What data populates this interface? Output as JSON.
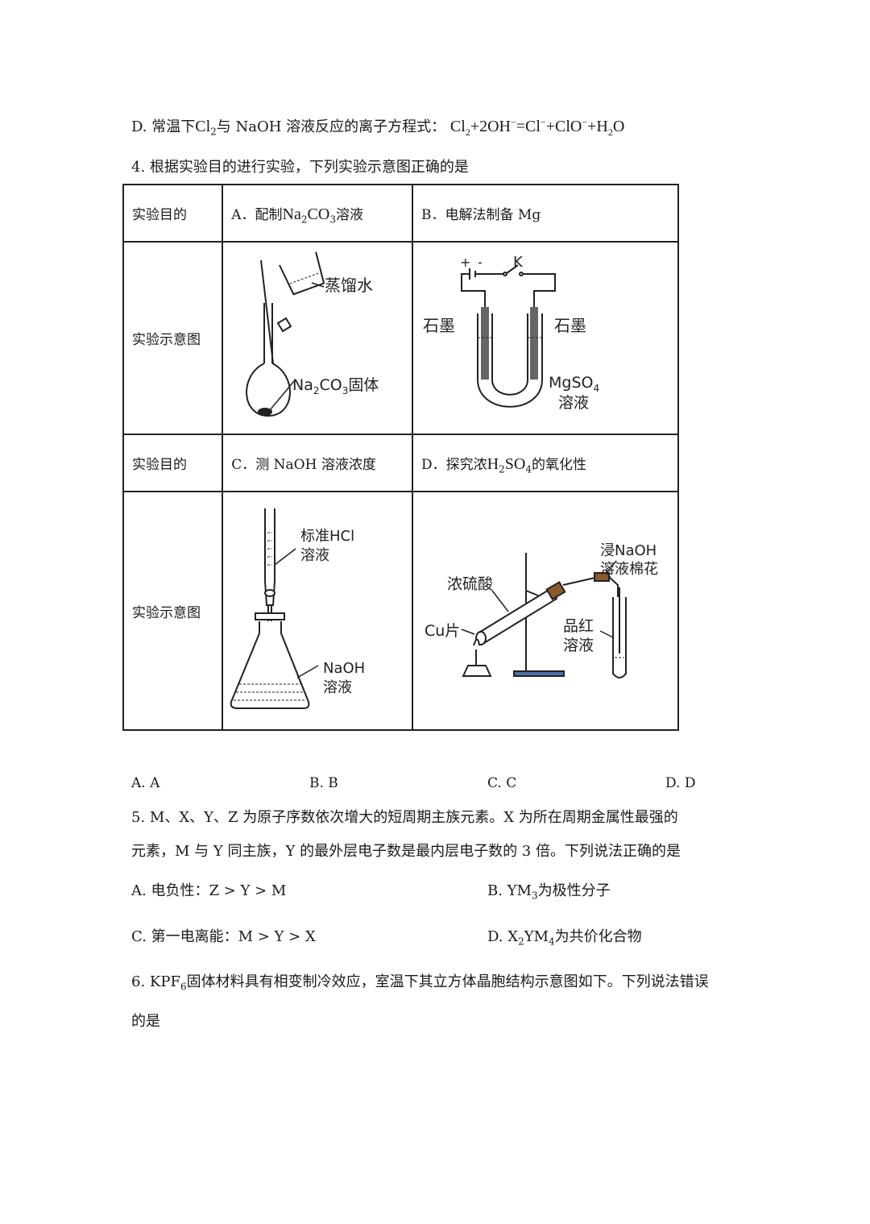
{
  "q3d": {
    "prefix": "D. 常温下",
    "cl2": "Cl",
    "cl2_sub": "2",
    "mid": "与 NaOH 溶液反应的离子方程式：",
    "eq_cl": "Cl",
    "eq_cl_sub": "2",
    "eq_rest": "+2OH",
    "eq_oh_sup": "−",
    "eq_eq": "=Cl",
    "eq_cl_sup": "−",
    "eq_clo": "+ClO",
    "eq_clo_sup": "−",
    "eq_h2o": "+H",
    "eq_h2o_sub": "2",
    "eq_o": "O"
  },
  "q4": {
    "stem": "4. 根据实验目的进行实验，下列实验示意图正确的是",
    "label_purpose": "实验目的",
    "label_diagram": "实验示意图",
    "a_purpose_prefix": "A．配制",
    "a_purpose_chem": "Na",
    "a_purpose_sub1": "2",
    "a_purpose_chem2": "CO",
    "a_purpose_sub2": "3",
    "a_purpose_suffix": "溶液",
    "b_purpose": "B．电解法制备 Mg",
    "c_purpose": "C．测 NaOH 溶液浓度",
    "d_purpose_prefix": "D．探究浓",
    "d_purpose_h": "H",
    "d_purpose_sub1": "2",
    "d_purpose_so": "SO",
    "d_purpose_sub2": "4",
    "d_purpose_suffix": "的氧化性",
    "fig_a": {
      "water": "蒸馏水",
      "solid_na": "Na",
      "solid_sub1": "2",
      "solid_co": "CO",
      "solid_sub2": "3",
      "solid_suffix": "固体"
    },
    "fig_b": {
      "plus": "+",
      "minus": "-",
      "switch": "K",
      "graphite_left": "石墨",
      "graphite_right": "石墨",
      "mgso": "MgSO",
      "mgso_sub": "4",
      "solution": "溶液"
    },
    "fig_c": {
      "hcl_1": "标准HCl",
      "hcl_2": "溶液",
      "naoh_1": "NaOH",
      "naoh_2": "溶液"
    },
    "fig_d": {
      "acid": "浓硫酸",
      "cu": "Cu片",
      "cotton_1": "浸NaOH",
      "cotton_2": "溶液棉花",
      "pink_1": "品红",
      "pink_2": "溶液"
    },
    "options": [
      "A. A",
      "B. B",
      "C. C",
      "D. D"
    ]
  },
  "q5": {
    "line1": "5. M、X、Y、Z 为原子序数依次增大的短周期主族元素。X 为所在周期金属性最强的",
    "line2": "元素，M 与 Y 同主族，Y 的最外层电子数是最内层电子数的 3 倍。下列说法正确的是",
    "opt_a": "A. 电负性：Z > Y > M",
    "opt_b_prefix": "B.  YM",
    "opt_b_sub": "3",
    "opt_b_suffix": "为极性分子",
    "opt_c": "C. 第一电离能：M > Y > X",
    "opt_d_prefix": "D.  X",
    "opt_d_sub1": "2",
    "opt_d_mid": "YM",
    "opt_d_sub2": "4",
    "opt_d_suffix": "为共价化合物"
  },
  "q6": {
    "prefix": "6.  KPF",
    "sub": "6",
    "line1_suffix": "固体材料具有相变制冷效应，室温下其立方体晶胞结构示意图如下。下列说法错误",
    "line2": "的是"
  }
}
